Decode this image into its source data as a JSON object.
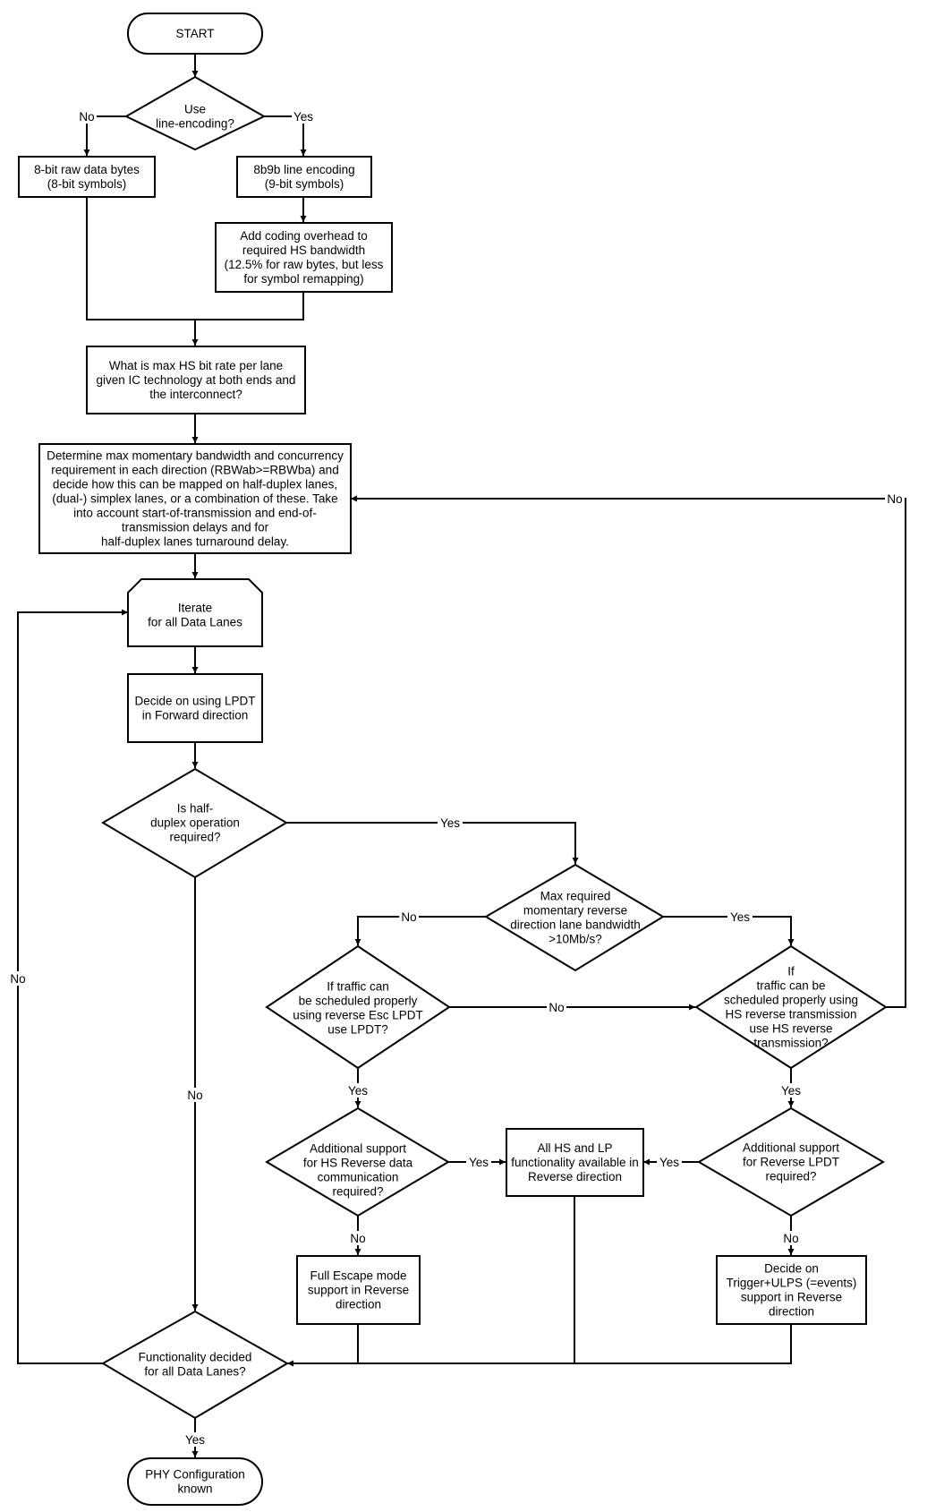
{
  "nodes": {
    "start": [
      "START"
    ],
    "use_line_encoding": [
      "Use",
      "line-encoding?"
    ],
    "raw_bytes": [
      "8-bit raw data bytes",
      "(8-bit symbols)"
    ],
    "line_encoding_8b9b": [
      "8b9b line encoding",
      "(9-bit symbols)"
    ],
    "coding_overhead": [
      "Add coding overhead to",
      "required HS bandwidth",
      "(12.5% for raw bytes, but less",
      "for symbol remapping)"
    ],
    "max_hs_bit_rate": [
      "What is max HS bit rate per lane",
      "given IC technology at both ends and",
      "the interconnect?"
    ],
    "determine_bandwidth": [
      "Determine max momentary bandwidth and concurrency",
      "requirement in each direction (RBWab>=RBWba) and",
      "decide how this can be mapped on half-duplex lanes,",
      "(dual-) simplex lanes, or a combination of these. Take",
      "into account start-of-transmission and end-of-",
      "transmission delays and for",
      "half-duplex lanes turnaround delay."
    ],
    "iterate_lanes": [
      "Iterate",
      "for all Data Lanes"
    ],
    "decide_lpdt_forward": [
      "Decide on using LPDT",
      "in Forward direction"
    ],
    "half_duplex_required": [
      "Is half-",
      "duplex operation",
      "required?"
    ],
    "max_reverse_bandwidth": [
      "Max required",
      "momentary reverse",
      "direction lane  bandwidth",
      ">10Mb/s?"
    ],
    "esc_lpdt_question": [
      "If traffic can",
      "be scheduled properly",
      "using reverse Esc LPDT",
      "use LPDT?"
    ],
    "hs_reverse_question": [
      "If",
      "traffic can be",
      "scheduled properly using",
      "HS reverse transmission",
      "use HS reverse",
      "transmission?"
    ],
    "additional_hs_reverse": [
      "Additional support",
      "for HS Reverse data",
      "communication",
      "required?"
    ],
    "all_hs_lp_reverse": [
      "All HS and LP",
      "functionality available in",
      "Reverse direction"
    ],
    "additional_reverse_lpdt": [
      "Additional support",
      "for Reverse LPDT",
      "required?"
    ],
    "full_escape_mode": [
      "Full Escape mode",
      "support in Reverse",
      "direction"
    ],
    "trigger_ulps": [
      "Decide on",
      "Trigger+ULPS (=events)",
      "support in Reverse",
      "direction"
    ],
    "functionality_decided": [
      "Functionality decided",
      "for all Data Lanes?"
    ],
    "phy_configuration": [
      "PHY Configuration",
      "known"
    ]
  },
  "edge_labels": {
    "yes": "Yes",
    "no": "No"
  }
}
